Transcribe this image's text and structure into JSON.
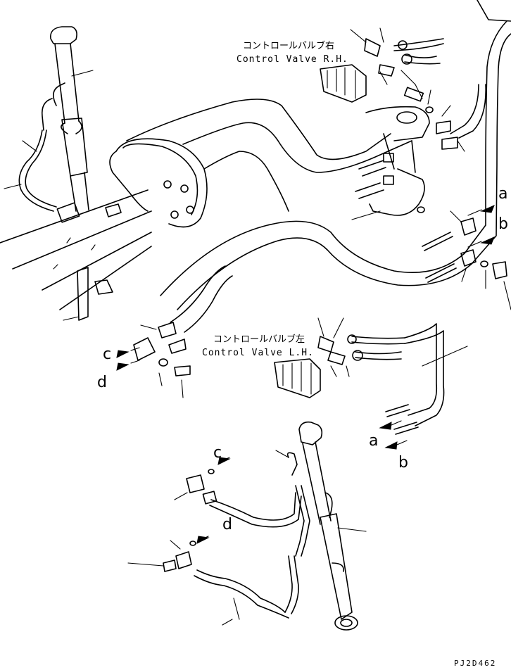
{
  "labels": {
    "valve_rh_jp": "コントロールバルブ右",
    "valve_rh_en": "Control Valve R.H.",
    "valve_lh_jp": "コントロールバルブ左",
    "valve_lh_en": "Control Valve L.H.",
    "ref_a_upper": "a",
    "ref_b_upper": "b",
    "ref_c_left": "c",
    "ref_d_left": "d",
    "ref_a_lower": "a",
    "ref_b_lower": "b",
    "ref_c_bottom": "c",
    "ref_d_bottom": "d",
    "drawing_code": "PJ2D462"
  }
}
